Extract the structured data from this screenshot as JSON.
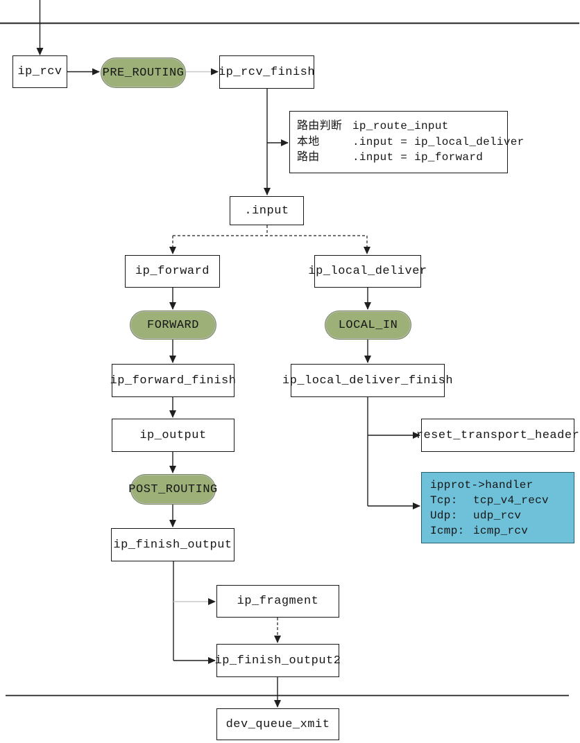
{
  "diagram": {
    "nodes": {
      "ip_rcv": "ip_rcv",
      "pre_routing": "PRE_ROUTING",
      "ip_rcv_finish": "ip_rcv_finish",
      "input": ".input",
      "ip_forward": "ip_forward",
      "ip_local_deliver": "ip_local_deliver",
      "forward": "FORWARD",
      "local_in": "LOCAL_IN",
      "ip_forward_finish": "ip_forward_finish",
      "ip_local_deliver_finish": "ip_local_deliver_finish",
      "ip_output": "ip_output",
      "post_routing": "POST_ROUTING",
      "ip_finish_output": "ip_finish_output",
      "reset_transport_header": "reset_transport_header",
      "ip_fragment": "ip_fragment",
      "ip_finish_output2": "ip_finish_output2",
      "dev_queue_xmit": "dev_queue_xmit"
    },
    "route_note": {
      "rows": [
        {
          "label": "路由判断",
          "value": "ip_route_input"
        },
        {
          "label": "本地",
          "value": ".input = ip_local_deliver"
        },
        {
          "label": "路由",
          "value": ".input = ip_forward"
        }
      ]
    },
    "handler_note": {
      "title": "ipprot->handler",
      "rows": [
        {
          "label": "Tcp:",
          "value": "tcp_v4_recv"
        },
        {
          "label": "Udp:",
          "value": "udp_rcv"
        },
        {
          "label": "Icmp:",
          "value": "icmp_rcv"
        }
      ]
    }
  },
  "colors": {
    "hook_fill": "#9cb077",
    "hook_border": "#75875a",
    "handler_fill": "#6ec1d9",
    "handler_border": "#24606f",
    "line": "#1f1f1f",
    "line_faint": "#c8c8c8"
  }
}
